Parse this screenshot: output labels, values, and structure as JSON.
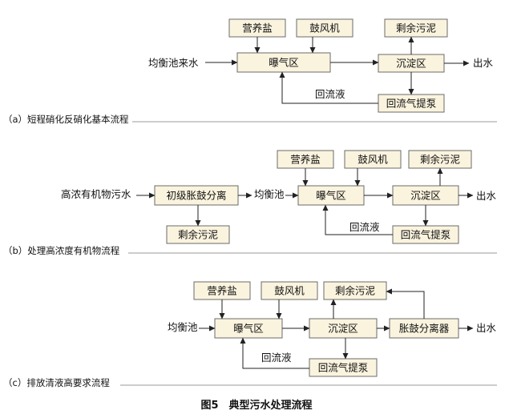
{
  "diagram_a": {
    "nutrient": "营养盐",
    "blower": "鼓风机",
    "sludge": "剩余污泥",
    "inflow": "均衡池来水",
    "aeration": "曝气区",
    "settling": "沉淀区",
    "outflow": "出水",
    "return_liquid": "回流液",
    "airlift_pump": "回流气提泵",
    "caption": "（a）短程硝化反硝化基本流程"
  },
  "diagram_b": {
    "nutrient": "营养盐",
    "blower": "鼓风机",
    "sludge_top": "剩余污泥",
    "inflow": "高浓有机物污水",
    "primary_separator": "初级胀鼓分离",
    "equalization": "均衡池",
    "aeration": "曝气区",
    "settling": "沉淀区",
    "outflow": "出水",
    "sludge_bottom": "剩余污泥",
    "return_liquid": "回流液",
    "airlift_pump": "回流气提泵",
    "caption": "（b）处理高浓度有机物流程"
  },
  "diagram_c": {
    "nutrient": "营养盐",
    "blower": "鼓风机",
    "sludge": "剩余污泥",
    "inflow": "均衡池",
    "aeration": "曝气区",
    "settling": "沉淀区",
    "separator": "胀鼓分离器",
    "outflow": "出水",
    "return_liquid": "回流液",
    "airlift_pump": "回流气提泵",
    "caption": "（c）排放清液高要求流程"
  },
  "figure_caption": "图5　典型污水处理流程"
}
